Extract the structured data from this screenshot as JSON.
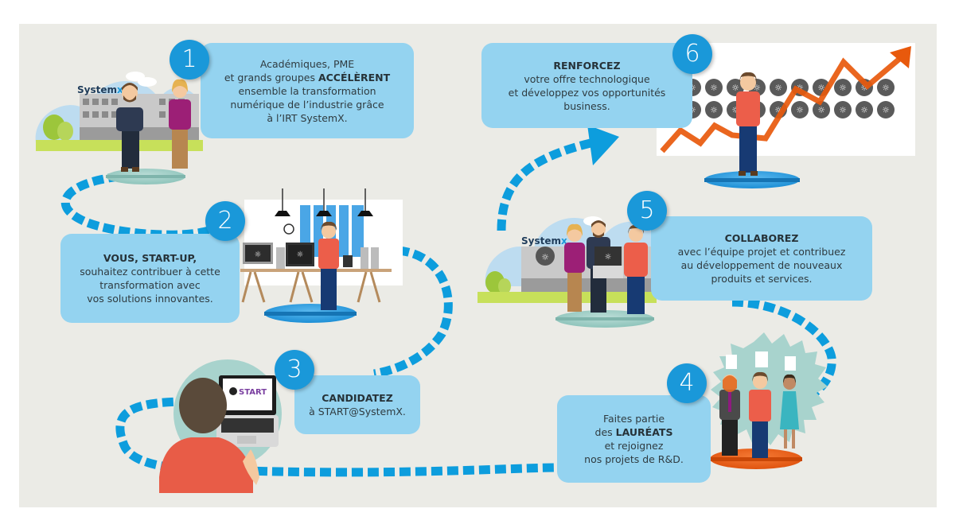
{
  "colors": {
    "background": "#ebebe6",
    "box": "#94d3f0",
    "badge": "#1a98d9",
    "path": "#0d9ddd",
    "trend_arrow": "#e8590c",
    "text": "#2f3b40"
  },
  "steps": [
    {
      "number": "1",
      "lines": [
        {
          "pre": "Académiques, PME",
          "bold": "",
          "post": ""
        },
        {
          "pre": "et grands groupes ",
          "bold": "ACCÉLÈRENT",
          "post": ""
        },
        {
          "pre": "ensemble la transformation",
          "bold": "",
          "post": ""
        },
        {
          "pre": "numérique de l’industrie grâce",
          "bold": "",
          "post": ""
        },
        {
          "pre": "à l’IRT SystemX.",
          "bold": "",
          "post": ""
        }
      ],
      "illustration": "systemx-campus-two-people"
    },
    {
      "number": "2",
      "lines": [
        {
          "pre": "",
          "bold": "VOUS, START-UP",
          "post": ","
        },
        {
          "pre": "souhaitez contribuer à cette",
          "bold": "",
          "post": ""
        },
        {
          "pre": "transformation avec",
          "bold": "",
          "post": ""
        },
        {
          "pre": "vos solutions innovantes.",
          "bold": "",
          "post": ""
        }
      ],
      "illustration": "startup-office-desks"
    },
    {
      "number": "3",
      "lines": [
        {
          "pre": "",
          "bold": "CANDIDATEZ",
          "post": ""
        },
        {
          "pre": "à START@SystemX.",
          "bold": "",
          "post": ""
        }
      ],
      "illustration": "person-at-laptop",
      "laptop_screen_text": "START"
    },
    {
      "number": "4",
      "lines": [
        {
          "pre": "Faites partie",
          "bold": "",
          "post": ""
        },
        {
          "pre": "des ",
          "bold": "LAURÉATS",
          "post": ""
        },
        {
          "pre": "et rejoignez",
          "bold": "",
          "post": ""
        },
        {
          "pre": "nos projets de R&D.",
          "bold": "",
          "post": ""
        }
      ],
      "illustration": "laureates-podium"
    },
    {
      "number": "5",
      "lines": [
        {
          "pre": "",
          "bold": "COLLABOREZ",
          "post": ""
        },
        {
          "pre": "avec l’équipe projet et contribuez",
          "bold": "",
          "post": ""
        },
        {
          "pre": "au développement de nouveaux",
          "bold": "",
          "post": ""
        },
        {
          "pre": "produits et services.",
          "bold": "",
          "post": ""
        }
      ],
      "illustration": "team-collaboration-campus"
    },
    {
      "number": "6",
      "lines": [
        {
          "pre": "",
          "bold": "RENFORCEZ",
          "post": ""
        },
        {
          "pre": "votre offre technologique",
          "bold": "",
          "post": ""
        },
        {
          "pre": "et développez vos opportunités",
          "bold": "",
          "post": ""
        },
        {
          "pre": "business.",
          "bold": "",
          "post": ""
        }
      ],
      "illustration": "growth-chart-ideas"
    }
  ],
  "logos": {
    "systemx": "System",
    "systemx_suffix": "x"
  }
}
